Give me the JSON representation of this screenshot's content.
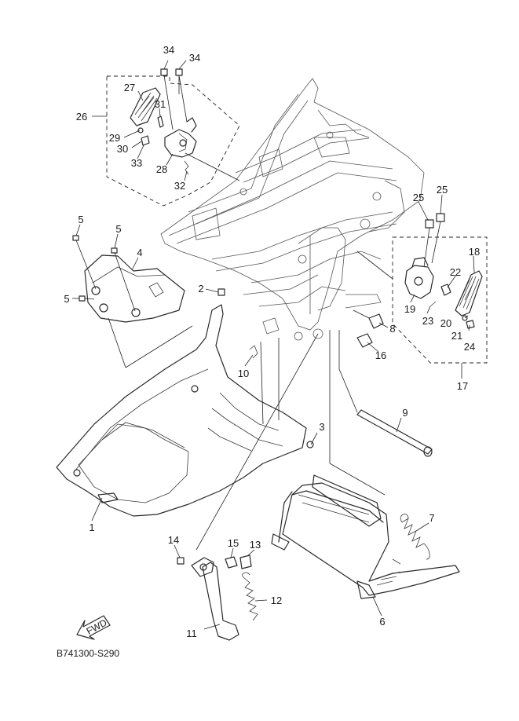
{
  "diagram_code": "B741300-S290",
  "fwd_label": "FWD",
  "callouts": {
    "c1": "1",
    "c2": "2",
    "c3": "3",
    "c4": "4",
    "c5a": "5",
    "c5b": "5",
    "c5c": "5",
    "c6": "6",
    "c7": "7",
    "c8": "8",
    "c9": "9",
    "c10": "10",
    "c11": "11",
    "c12": "12",
    "c13": "13",
    "c14": "14",
    "c15": "15",
    "c16": "16",
    "c17": "17",
    "c18": "18",
    "c19": "19",
    "c20": "20",
    "c21": "21",
    "c22": "22",
    "c23": "23",
    "c24": "24",
    "c25a": "25",
    "c25b": "25",
    "c26": "26",
    "c27": "27",
    "c28": "28",
    "c29": "29",
    "c30": "30",
    "c31": "31",
    "c32": "32",
    "c33": "33",
    "c34a": "34",
    "c34b": "34"
  }
}
